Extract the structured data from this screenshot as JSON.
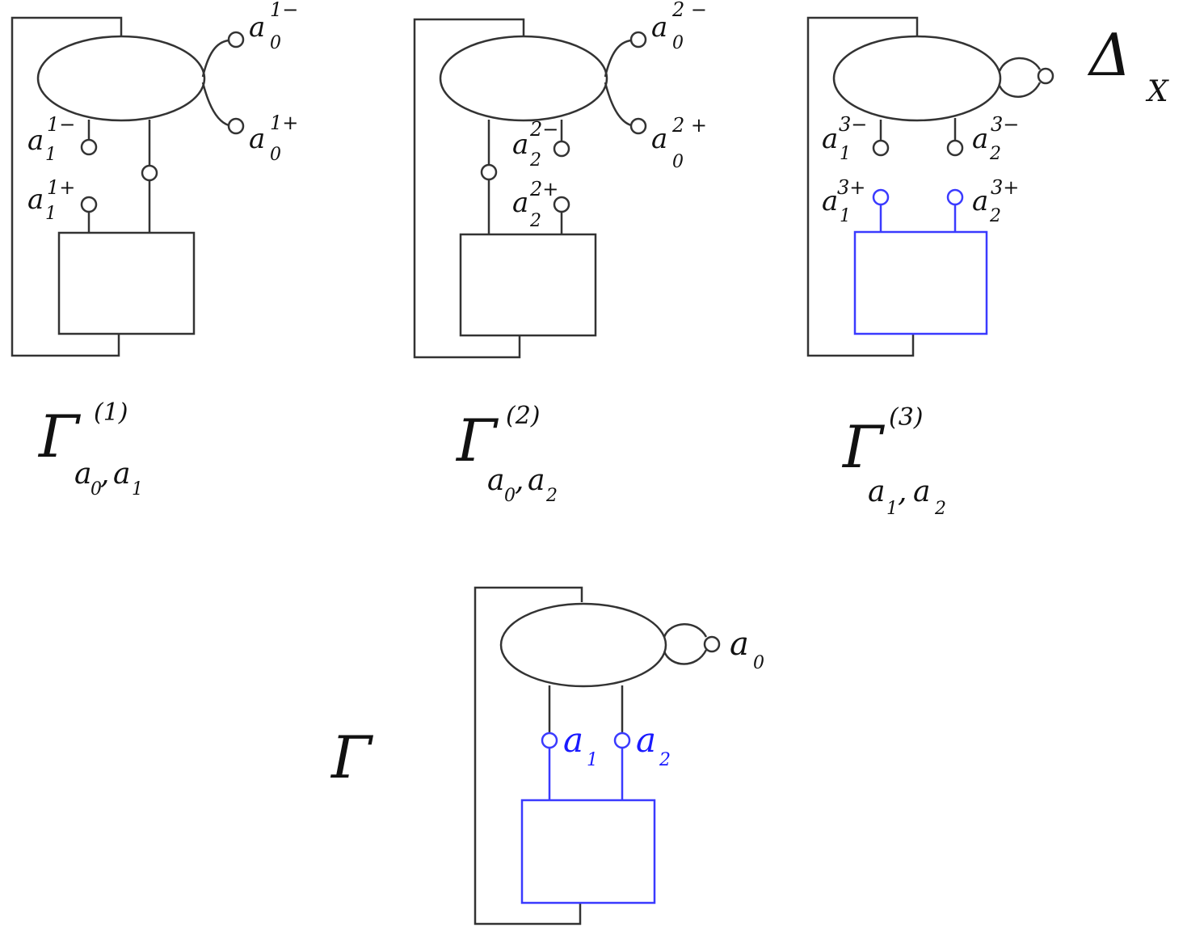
{
  "diagram": {
    "panel1": {
      "labels": {
        "a0m_base": "a",
        "a0m_sub": "0",
        "a0m_sup": "1−",
        "a0p_base": "a",
        "a0p_sub": "0",
        "a0p_sup": "1+",
        "a1m_base": "a",
        "a1m_sub": "1",
        "a1m_sup": "1−",
        "a1p_base": "a",
        "a1p_sub": "1",
        "a1p_sup": "1+"
      },
      "caption": {
        "base": "Γ",
        "sup": "(1)",
        "sub_a": "a",
        "sub_a_idx": "0",
        "comma": ",",
        "sub_b": "a",
        "sub_b_idx": "1"
      }
    },
    "panel2": {
      "labels": {
        "a0m_base": "a",
        "a0m_sub": "0",
        "a0m_sup": "2 −",
        "a0p_base": "a",
        "a0p_sub": "0",
        "a0p_sup": "2 +",
        "a2m_base": "a",
        "a2m_sub": "2",
        "a2m_sup": "2−",
        "a2p_base": "a",
        "a2p_sub": "2",
        "a2p_sup": "2+"
      },
      "caption": {
        "base": "Γ",
        "sup": "(2)",
        "sub_a": "a",
        "sub_a_idx": "0",
        "comma": ",",
        "sub_b": "a",
        "sub_b_idx": "2"
      }
    },
    "panel3": {
      "labels": {
        "a1m_base": "a",
        "a1m_sub": "1",
        "a1m_sup": "3−",
        "a1p_base": "a",
        "a1p_sub": "1",
        "a1p_sup": "3+",
        "a2m_base": "a",
        "a2m_sub": "2",
        "a2m_sup": "3−",
        "a2p_base": "a",
        "a2p_sub": "2",
        "a2p_sup": "3+"
      },
      "caption": {
        "base": "Γ",
        "sup": "(3)",
        "sub_a": "a",
        "sub_a_idx": "1",
        "comma": ",",
        "sub_b": "a",
        "sub_b_idx": "2"
      }
    },
    "delta": {
      "base": "Δ",
      "sub": "X"
    },
    "gamma": {
      "title": "Γ",
      "a0_base": "a",
      "a0_sub": "0",
      "a1_base": "a",
      "a1_sub": "1",
      "a2_base": "a",
      "a2_sub": "2"
    },
    "colors": {
      "line": "#333333",
      "highlight": "#3a3aff",
      "highlight_text": "#1a1aff"
    }
  }
}
